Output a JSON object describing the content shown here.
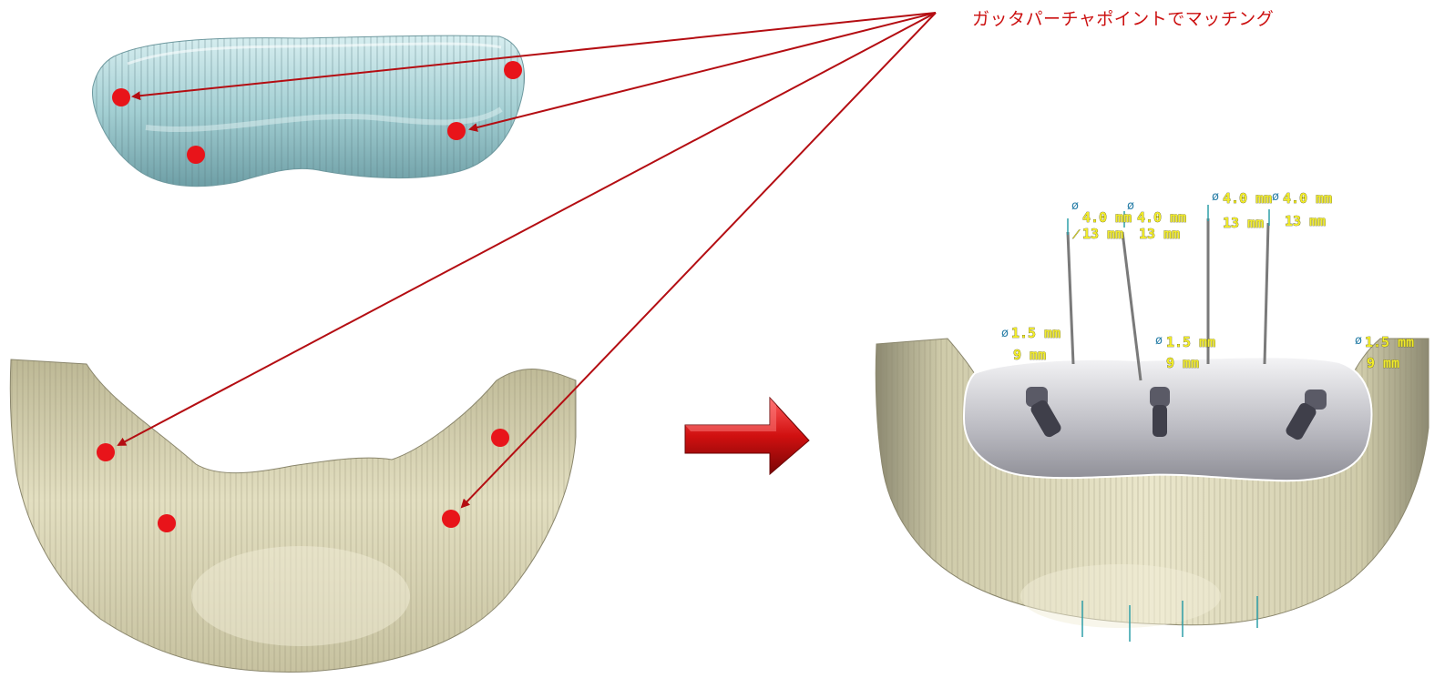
{
  "caption": "ガッタパーチャポイントでマッチング",
  "colors": {
    "marker": "#e8141a",
    "arrow": "#b40d12",
    "guide_model": "#a9d4d6",
    "bone": "#d8d4b2",
    "surgical_guide": "#c4c4c8",
    "measure_text": "#f2ec2a"
  },
  "icons": {
    "transition": "right-arrow-icon",
    "diameter": "diameter-icon",
    "length": "ruler-icon"
  },
  "implants": {
    "long": [
      {
        "diameter": "4.0 mm",
        "length": "13 mm"
      },
      {
        "diameter": "4.0 mm",
        "length": "13 mm"
      },
      {
        "diameter": "4.0 mm",
        "length": "13 mm"
      },
      {
        "diameter": "4.0 mm",
        "length": "13 mm"
      }
    ],
    "short": [
      {
        "diameter": "1.5 mm",
        "length": "9 mm"
      },
      {
        "diameter": "1.5 mm",
        "length": "9 mm"
      },
      {
        "diameter": "1.5 mm",
        "length": "9 mm"
      }
    ],
    "diameter_symbol": "ø"
  }
}
